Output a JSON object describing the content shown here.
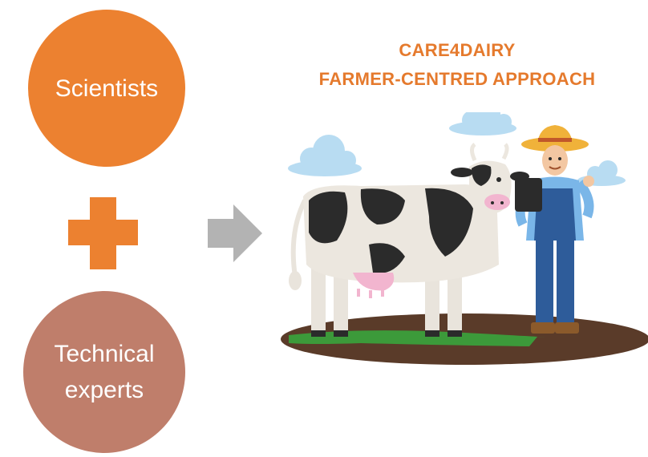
{
  "left_panel": {
    "top_circle_label": "Scientists",
    "bottom_circle_label": "Technical experts"
  },
  "title": {
    "line1": "CARE4DAIRY",
    "line2": "FARMER-CENTRED APPROACH"
  },
  "colors": {
    "orange": "#ec8130",
    "title_orange": "#e57a2d",
    "rose": "#bf7e6b",
    "arrow_gray": "#b3b3b3",
    "sky_blue": "#b8dcf2",
    "ground_brown": "#5a3b29",
    "grass_green": "#3c9a3a"
  },
  "icons": [
    "plus-icon",
    "arrow-right-icon",
    "cloud-icon",
    "cow-illustration",
    "farmer-illustration",
    "tablet-icon"
  ]
}
